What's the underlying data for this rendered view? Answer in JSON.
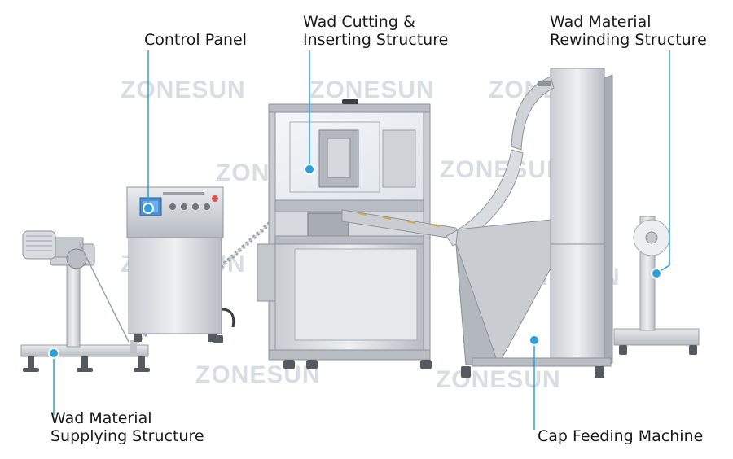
{
  "watermark": "ZONESUN",
  "labels": {
    "control_panel": "Control Panel",
    "wad_cutting_line1": "Wad Cutting &",
    "wad_cutting_line2": "Inserting Structure",
    "rewinding_line1": "Wad Material",
    "rewinding_line2": "Rewinding Structure",
    "supplying_line1": "Wad Material",
    "supplying_line2": "Supplying Structure",
    "cap_feeding": "Cap Feeding Machine"
  },
  "colors": {
    "callout": "#2aa0dc",
    "steel_light": "#e3e6ea",
    "steel_mid": "#bfc4ca",
    "steel_dark": "#8e949b",
    "screen": "#4e8fd0",
    "feet": "#555a60"
  }
}
